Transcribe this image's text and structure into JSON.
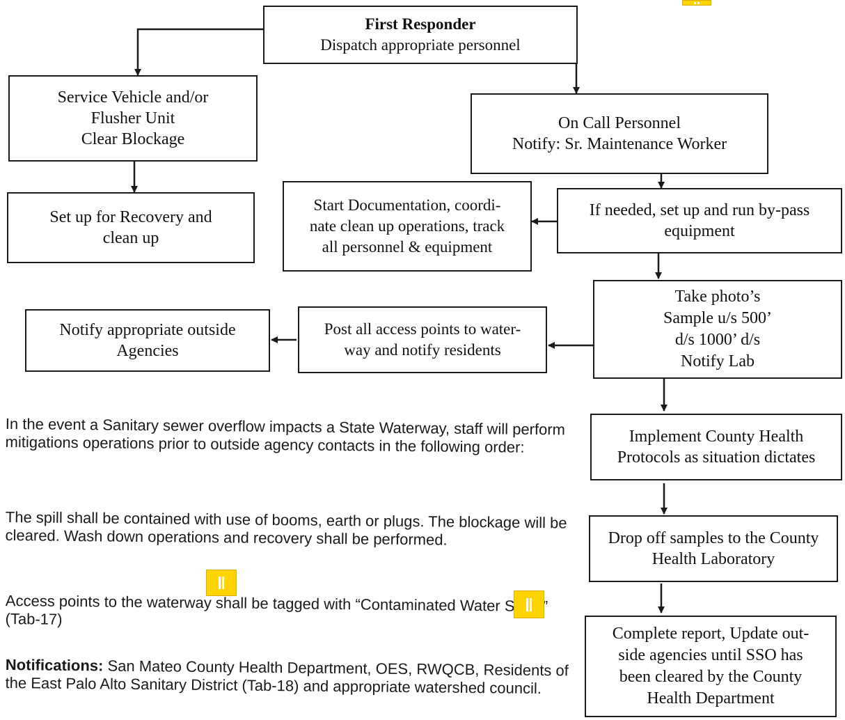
{
  "flowchart": {
    "first_responder": [
      "First Responder",
      "Dispatch appropriate personnel"
    ],
    "service_vehicle": [
      "Service Vehicle  and/or",
      "Flusher Unit",
      "Clear Blockage"
    ],
    "on_call": [
      "On Call Personnel",
      "Notify:  Sr. Maintenance Worker"
    ],
    "recovery": [
      "Set up for Recovery and",
      "clean up"
    ],
    "documentation": [
      "Start Documentation, coordi-",
      "nate clean up operations, track",
      "all personnel & equipment"
    ],
    "bypass": [
      "If needed, set up and run by-pass",
      "equipment"
    ],
    "photos": [
      "Take photo’s",
      "Sample u/s 500’",
      "d/s 1000’ d/s",
      "Notify Lab"
    ],
    "post_access": [
      "Post all access points to water-",
      "way and notify residents"
    ],
    "notify_agencies": [
      "Notify appropriate outside",
      "Agencies"
    ],
    "county_health": [
      "Implement County Health",
      "Protocols as situation dictates"
    ],
    "drop_samples": [
      "Drop off samples to the County",
      "Health Laboratory"
    ],
    "complete_report": [
      "Complete report, Update out-",
      "side agencies until SSO has",
      "been cleared by the County",
      "Health Department"
    ]
  },
  "text": {
    "intro": "In the event a Sanitary sewer overflow impacts a State Waterway, staff will perform mitigations operations prior to outside agency contacts in the following order:",
    "containment": "The spill shall be contained with use of booms, earth or plugs. The blockage will be cleared. Wash down operations and recovery shall be performed.",
    "access": "Access points to the waterway shall be tagged with “Contaminated Water Signs” (Tab-17)",
    "notifications_label": "Notifications:",
    "notifications_text": "San Mateo County Health Department, OES, RWQCB, Residents of the East Palo Alto Sanitary District (Tab-18) and appropriate watershed council."
  },
  "colors": {
    "ink": "#1a1a1a",
    "note": "#ffd400"
  }
}
